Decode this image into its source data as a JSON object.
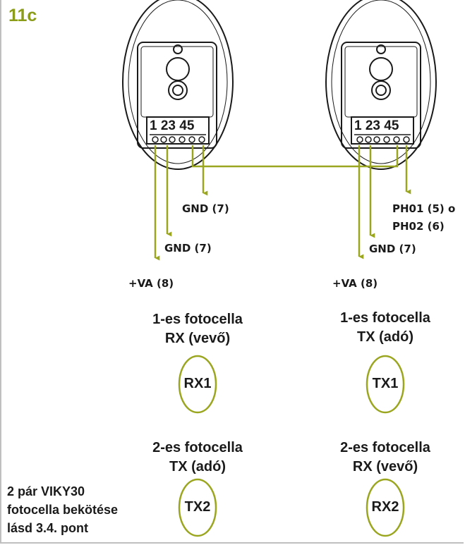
{
  "figure_number": "11c",
  "colors": {
    "accent": "#9aa61f",
    "device_outline": "#1a1a1a",
    "frame": "#bfbfbf",
    "text": "#1a1a1a"
  },
  "left_device": {
    "terminal_numbers": "1 23 45",
    "wires": {
      "gnd_top": "GND (7)",
      "gnd_mid": "GND (7)",
      "va": "+VA (8)"
    }
  },
  "right_device": {
    "terminal_numbers": "1 23 45",
    "wires": {
      "ph_line1": "PH01 (5) o",
      "ph_line2": "PH02 (6)",
      "gnd": "GND (7)",
      "va": "+VA (8)"
    }
  },
  "photocells": {
    "left_1": {
      "line1": "1-es fotocella",
      "line2": "RX (vevő)",
      "badge": "RX1"
    },
    "right_1": {
      "line1": "1-es fotocella",
      "line2": "TX (adó)",
      "badge": "TX1"
    },
    "left_2": {
      "line1": "2-es fotocella",
      "line2": "TX (adó)",
      "badge": "TX2"
    },
    "right_2": {
      "line1": "2-es fotocella",
      "line2": "RX (vevő)",
      "badge": "RX2"
    }
  },
  "note": {
    "line1": "2 pár VIKY30",
    "line2": "fotocella bekötése",
    "line3": "lásd 3.4. pont"
  }
}
